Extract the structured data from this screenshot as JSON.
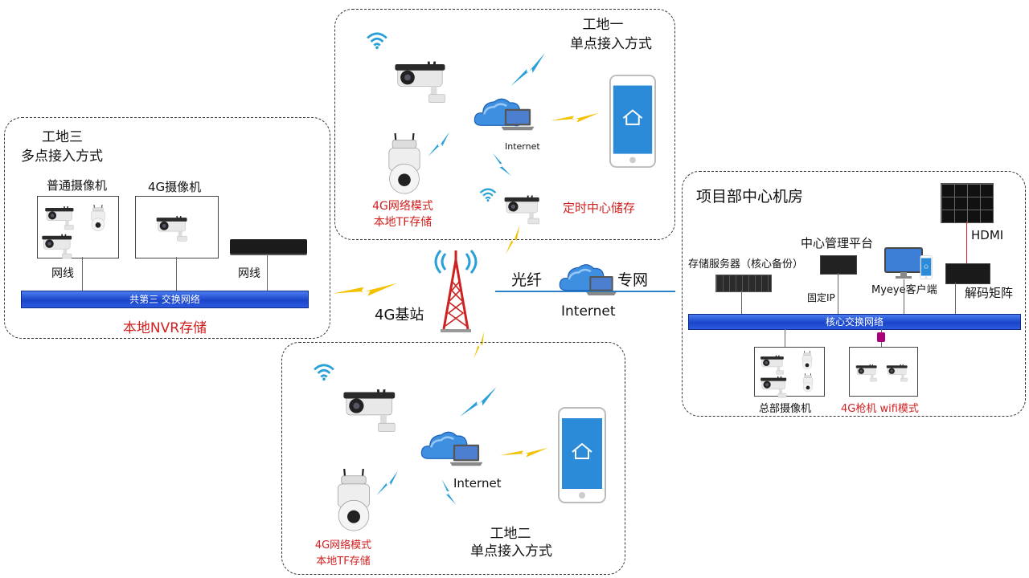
{
  "site1": {
    "title": "工地一",
    "subtitle": "单点接入方式",
    "internet": "Internet",
    "left_label_line1": "4G网络模式",
    "left_label_line2": "本地TF存储",
    "right_label": "定时中心储存"
  },
  "site2": {
    "title": "工地二",
    "subtitle": "单点接入方式",
    "internet": "Internet",
    "label_line1": "4G网络模式",
    "label_line2": "本地TF存储"
  },
  "site3": {
    "title": "工地三",
    "subtitle": "多点接入方式",
    "cam_normal": "普通摄像机",
    "cam_4g": "4G摄像机",
    "cable_left": "网线",
    "cable_right": "网线",
    "bar": "共第三 交换网络",
    "storage": "本地NVR存储"
  },
  "center": {
    "tower": "4G基站",
    "fiber": "光纤",
    "private": "专网",
    "internet": "Internet"
  },
  "hq": {
    "title": "项目部中心机房",
    "platform": "中心管理平台",
    "storage_server": "存储服务器（核心备份）",
    "fixed_ip": "固定IP",
    "client": "Myeye客户端",
    "decoder": "解码矩阵",
    "hdmi": "HDMI",
    "bar": "核心交换网络",
    "hq_cams": "总部摄像机",
    "wifi_cams": "4G枪机 wifi模式"
  },
  "colors": {
    "red": "#d22020",
    "blue_bar": "#1a45c8",
    "signal": "#2aa0d8",
    "bolt": "#f2c200"
  }
}
